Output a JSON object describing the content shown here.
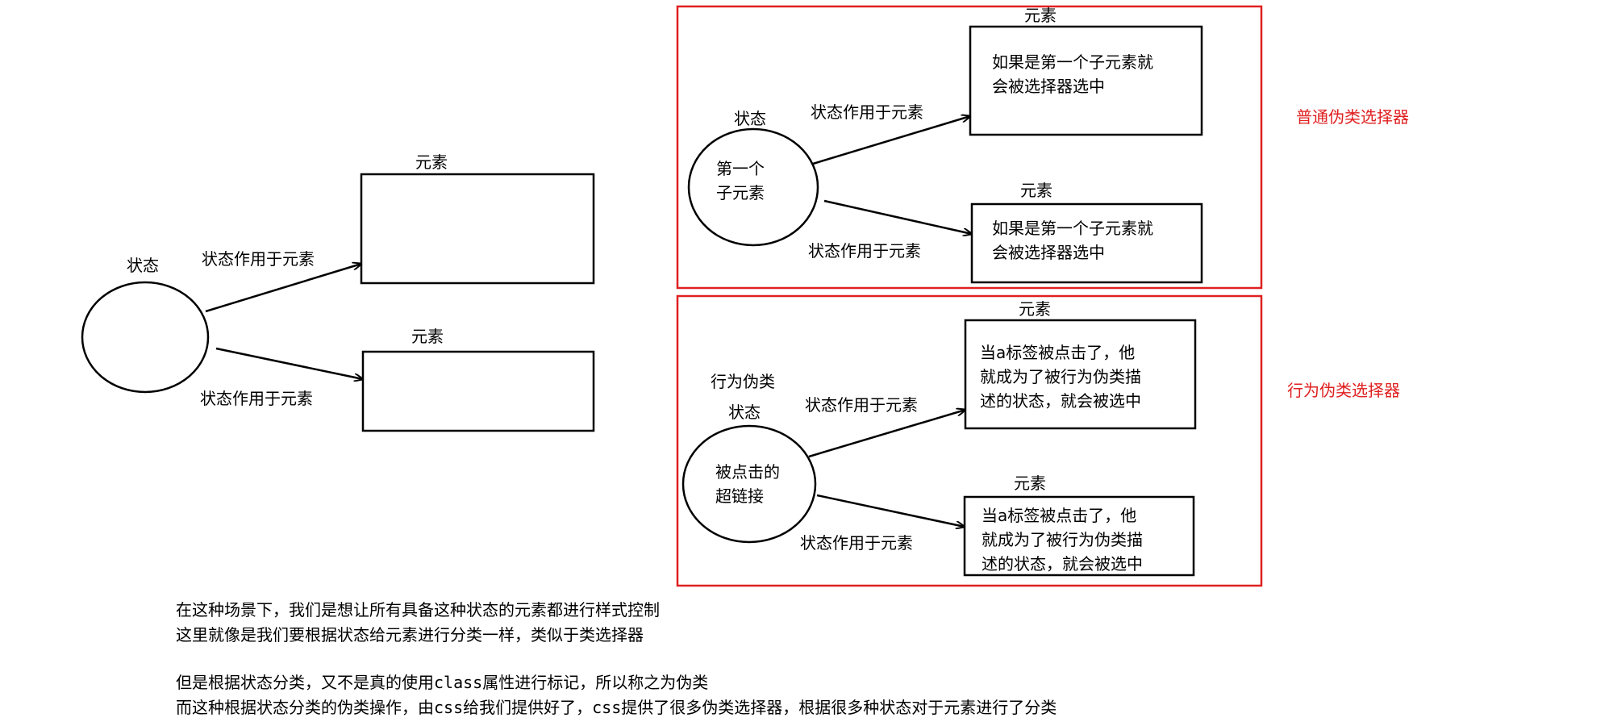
{
  "left_diagram": {
    "state_label": "状态",
    "top_element_label": "元素",
    "bottom_element_label": "元素",
    "top_arrow_label": "状态作用于元素",
    "bottom_arrow_label": "状态作用于元素"
  },
  "normal_group": {
    "group_label": "普通伪类选择器",
    "state_label": "状态",
    "circle_lines": [
      "第一个",
      "子元素"
    ],
    "top_element_label": "元素",
    "bottom_element_label": "元素",
    "top_arrow_label": "状态作用于元素",
    "bottom_arrow_label": "状态作用于元素",
    "top_box_lines": [
      "如果是第一个子元素就",
      "会被选择器选中"
    ],
    "bottom_box_lines": [
      "如果是第一个子元素就",
      "会被选择器选中"
    ]
  },
  "behavior_group": {
    "group_label": "行为伪类选择器",
    "behavior_label": "行为伪类",
    "state_label": "状态",
    "circle_lines": [
      "被点击的",
      "超链接"
    ],
    "top_element_label": "元素",
    "bottom_element_label": "元素",
    "top_arrow_label": "状态作用于元素",
    "bottom_arrow_label": "状态作用于元素",
    "top_box_lines": [
      "当a标签被点击了，他",
      "就成为了被行为伪类描",
      "述的状态，就会被选中"
    ],
    "bottom_box_lines": [
      "当a标签被点击了，他",
      "就成为了被行为伪类描",
      "述的状态，就会被选中"
    ]
  },
  "notes": [
    "在这种场景下，我们是想让所有具备这种状态的元素都进行样式控制",
    "这里就像是我们要根据状态给元素进行分类一样，类似于类选择器",
    "但是根据状态分类，又不是真的使用class属性进行标记，所以称之为伪类",
    "而这种根据状态分类的伪类操作，由css给我们提供好了，css提供了很多伪类选择器，根据很多种状态对于元素进行了分类"
  ],
  "colors": {
    "group_border": "#e02020",
    "group_label": "#e02020",
    "ink": "#000000"
  }
}
